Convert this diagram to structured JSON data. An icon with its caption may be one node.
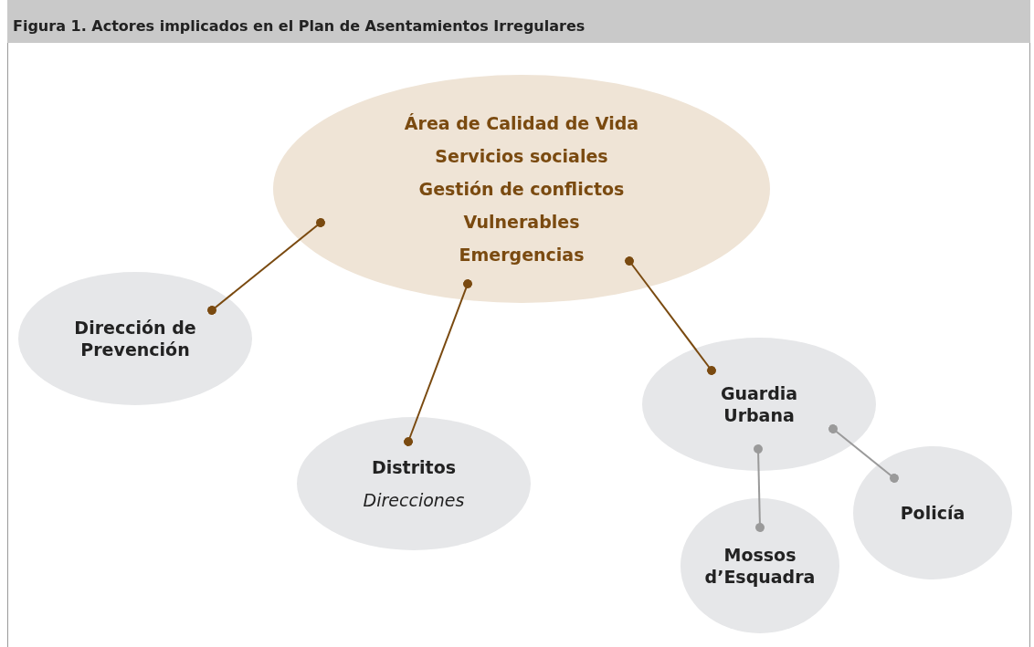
{
  "diagram": {
    "title": "Figura 1. Actores implicados en el Plan de Asentamientos Irregulares",
    "nodes": [
      {
        "text": [
          "Área de Calidad de Vida",
          "Servicios sociales",
          "Gestión de conflictos",
          "Vulnerables",
          "Emergencias"
        ]
      },
      {
        "text": [
          "Dirección de Prevención"
        ]
      },
      {
        "text": [
          "Distritos",
          "Direcciones"
        ]
      },
      {
        "text": [
          "Guardia Urbana"
        ]
      },
      {
        "text": [
          "Mossos d’Esquadra"
        ]
      },
      {
        "text": [
          "Policía"
        ]
      }
    ],
    "edges": [
      {
        "from": 0,
        "to": 1,
        "arrow": "other"
      },
      {
        "from": 0,
        "to": 2,
        "arrow": "other"
      },
      {
        "from": 0,
        "to": 3,
        "arrow": "other"
      },
      {
        "from": 3,
        "to": 4,
        "arrow": "other",
        "color": "#9a9a9a"
      },
      {
        "from": 3,
        "to": 5,
        "arrow": "other",
        "color": "#9a9a9a"
      }
    ]
  }
}
